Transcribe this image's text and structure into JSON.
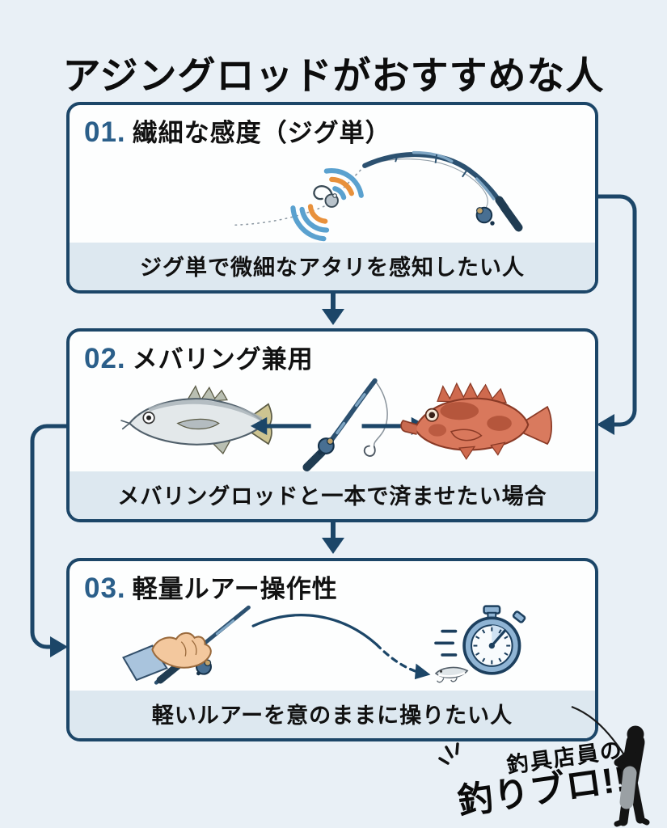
{
  "page": {
    "title": "アジングロッドがおすすめな人"
  },
  "theme": {
    "background": "#e9f0f6",
    "card_background": "#fdfefe",
    "card_border": "#1c4668",
    "caption_background": "#dde8f0",
    "number_color": "#2b5f8a",
    "heading_color": "#111111",
    "arrow_color": "#1c4668",
    "sonar_blue": "#5aa1cf",
    "sonar_orange": "#e8913c",
    "aji_fish_color": "#e3e8ea",
    "mebaru_fish_color": "#d9785c",
    "stopwatch_color": "#8fb4d4"
  },
  "cards": [
    {
      "number": "01.",
      "heading": "繊細な感度（ジグ単）",
      "caption": "ジグ単で微細なアタリを感知したい人",
      "illustration": "bent-ajing-rod-with-jighead-and-sonar-waves"
    },
    {
      "number": "02.",
      "heading": "メバリング兼用",
      "caption": "メバリングロッドと一本で済ませたい場合",
      "illustration": "aji-fish-and-mebaru-fish-shared-rod"
    },
    {
      "number": "03.",
      "heading": "軽量ルアー操作性",
      "caption": "軽いルアーを意のままに操りたい人",
      "illustration": "hand-casting-light-lure-with-stopwatch"
    }
  ],
  "icons": {
    "down_arrow": "↓",
    "left_arrow": "←",
    "right_arrow": "→"
  },
  "logo": {
    "line1": "釣具店員の",
    "line2": "釣りブロ!!"
  }
}
